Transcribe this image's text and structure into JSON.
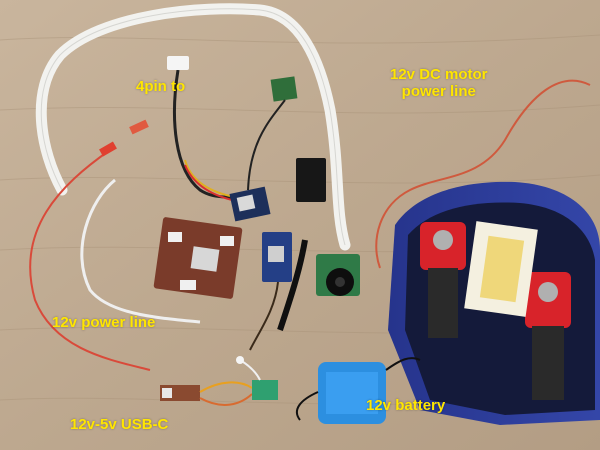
{
  "labels": {
    "pin4": "4pin to",
    "motor_line1": "12v DC motor",
    "motor_line2": "power line",
    "power_line": "12v power line",
    "usbc": "12v-5v USB-C",
    "battery": "12v battery"
  },
  "colors": {
    "label": "#ffe600",
    "wood": "#c7b49c",
    "enclosure": "#2b3a96",
    "motor_red": "#d8232a",
    "pcb": "#7a3b2a",
    "ribbon": "#f1f1ef",
    "battery_blue": "#2c8fe0"
  }
}
